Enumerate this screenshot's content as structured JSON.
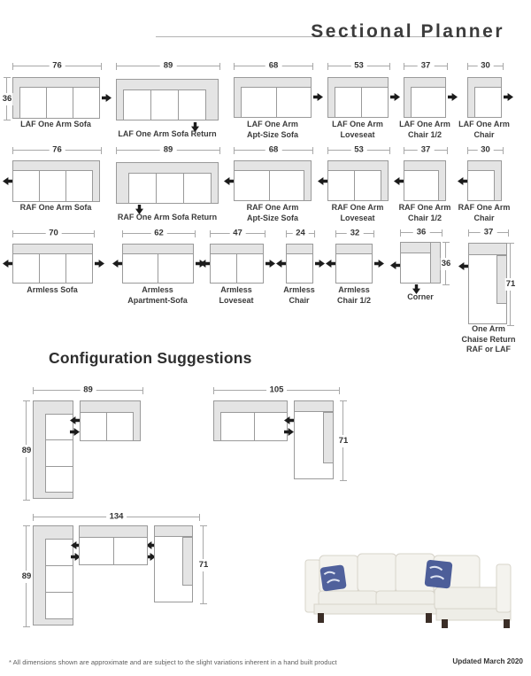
{
  "page": {
    "title": "Sectional Planner",
    "section_heading": "Configuration Suggestions",
    "footnote": "* All dimensions shown are approximate and are subject to the slight variations inherent in a hand built product",
    "updated": "Updated March 2020"
  },
  "pieces": [
    {
      "label": "LAF One Arm Sofa",
      "lines": [
        "LAF One Arm Sofa"
      ],
      "width": "76",
      "depth": "36"
    },
    {
      "label": "LAF One Arm Sofa Return",
      "lines": [
        "LAF One Arm Sofa Return"
      ],
      "width": "89"
    },
    {
      "label": "LAF One Arm Apt-Size Sofa",
      "lines": [
        "LAF One Arm",
        "Apt-Size Sofa"
      ],
      "width": "68"
    },
    {
      "label": "LAF One Arm Loveseat",
      "lines": [
        "LAF One Arm",
        "Loveseat"
      ],
      "width": "53"
    },
    {
      "label": "LAF One Arm Chair 1/2",
      "lines": [
        "LAF One Arm",
        "Chair 1/2"
      ],
      "width": "37"
    },
    {
      "label": "LAF One Arm Chair",
      "lines": [
        "LAF One Arm",
        "Chair"
      ],
      "width": "30"
    },
    {
      "label": "RAF One Arm Sofa",
      "lines": [
        "RAF One Arm Sofa"
      ],
      "width": "76"
    },
    {
      "label": "RAF One Arm Sofa Return",
      "lines": [
        "RAF One Arm Sofa Return"
      ],
      "width": "89"
    },
    {
      "label": "RAF One Arm Apt-Size Sofa",
      "lines": [
        "RAF One Arm",
        "Apt-Size Sofa"
      ],
      "width": "68"
    },
    {
      "label": "RAF One Arm Loveseat",
      "lines": [
        "RAF One Arm",
        "Loveseat"
      ],
      "width": "53"
    },
    {
      "label": "RAF One Arm Chair 1/2",
      "lines": [
        "RAF One Arm",
        "Chair 1/2"
      ],
      "width": "37"
    },
    {
      "label": "RAF One Arm Chair",
      "lines": [
        "RAF One Arm",
        "Chair"
      ],
      "width": "30"
    },
    {
      "label": "Armless Sofa",
      "lines": [
        "Armless Sofa"
      ],
      "width": "70"
    },
    {
      "label": "Armless Apartment-Sofa",
      "lines": [
        "Armless",
        "Apartment-Sofa"
      ],
      "width": "62"
    },
    {
      "label": "Armless Loveseat",
      "lines": [
        "Armless",
        "Loveseat"
      ],
      "width": "47"
    },
    {
      "label": "Armless Chair",
      "lines": [
        "Armless",
        "Chair"
      ],
      "width": "24"
    },
    {
      "label": "Armless Chair 1/2",
      "lines": [
        "Armless",
        "Chair 1/2"
      ],
      "width": "32"
    },
    {
      "label": "Corner",
      "lines": [
        "Corner"
      ],
      "width": "36",
      "depth": "36"
    },
    {
      "label": "One Arm Chaise Return RAF or LAF",
      "lines": [
        "One Arm",
        "Chaise Return",
        "RAF or LAF"
      ],
      "width": "37",
      "depth": "71"
    }
  ],
  "configurations": [
    {
      "name": "sofa-return-plus-loveseat",
      "width": "89",
      "height": "89"
    },
    {
      "name": "apt-sofa-plus-chaise",
      "width": "105",
      "height": "71"
    },
    {
      "name": "sofa-return-apt-sofa-chaise",
      "width": "134",
      "left_height": "89",
      "right_height": "71"
    }
  ],
  "colors": {
    "module_fill": "#e4e4e4",
    "module_border": "#9a9a9a",
    "dimension_line": "#a8a8a8",
    "text": "#3b3b3b",
    "arrow": "#1c1c1c"
  }
}
